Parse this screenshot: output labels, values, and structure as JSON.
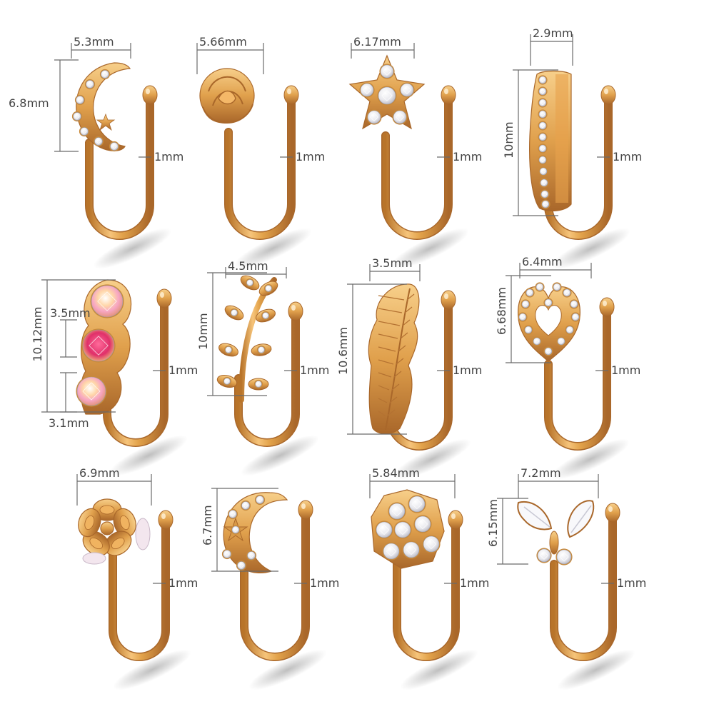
{
  "image": {
    "title": "",
    "colors": {
      "gold": "#e2a24a",
      "gold_dark": "#b8742a",
      "gold_light": "#ffd99a",
      "stone": "#f4f4f6",
      "line": "#6a6a6a",
      "text": "#444444",
      "shadow": "#9a9a9a"
    },
    "items": [
      {
        "name": "moon-cuff",
        "icon": "crescent-moon-icon",
        "width_label": "5.3mm",
        "height_label": "6.8mm",
        "wire_label": "1mm"
      },
      {
        "name": "rose-cuff",
        "icon": "rose-icon",
        "width_label": "5.66mm",
        "wire_label": "1mm"
      },
      {
        "name": "star-flower-cuff",
        "icon": "star-icon",
        "width_label": "6.17mm",
        "wire_label": "1mm"
      },
      {
        "name": "bar-cuff",
        "icon": "bar-icon",
        "width_label": "2.9mm",
        "height_label": "10mm",
        "wire_label": "1mm"
      },
      {
        "name": "three-stone-cuff",
        "icon": "three-stone-icon",
        "height_label": "10.12mm",
        "stone_label": "3.5mm",
        "small_stone_label": "3.1mm",
        "wire_label": "1mm"
      },
      {
        "name": "leaf-branch-cuff",
        "icon": "leaf-branch-icon",
        "width_label": "4.5mm",
        "height_label": "10mm",
        "wire_label": "1mm"
      },
      {
        "name": "feather-cuff",
        "icon": "feather-icon",
        "width_label": "3.5mm",
        "height_label": "10.6mm",
        "wire_label": "1mm"
      },
      {
        "name": "heart-cuff",
        "icon": "heart-icon",
        "width_label": "6.4mm",
        "height_label": "6.68mm",
        "wire_label": "1mm"
      },
      {
        "name": "flower-cuff",
        "icon": "flower-icon",
        "width_label": "6.9mm",
        "wire_label": "1mm"
      },
      {
        "name": "moon-star-cuff",
        "icon": "moon-star-icon",
        "height_label": "6.7mm",
        "wire_label": "1mm"
      },
      {
        "name": "hexagon-cluster-cuff",
        "icon": "hexagon-cluster-icon",
        "width_label": "5.84mm",
        "wire_label": "1mm"
      },
      {
        "name": "butterfly-cuff",
        "icon": "butterfly-icon",
        "width_label": "7.2mm",
        "height_label": "6.15mm",
        "wire_label": "1mm"
      }
    ]
  }
}
